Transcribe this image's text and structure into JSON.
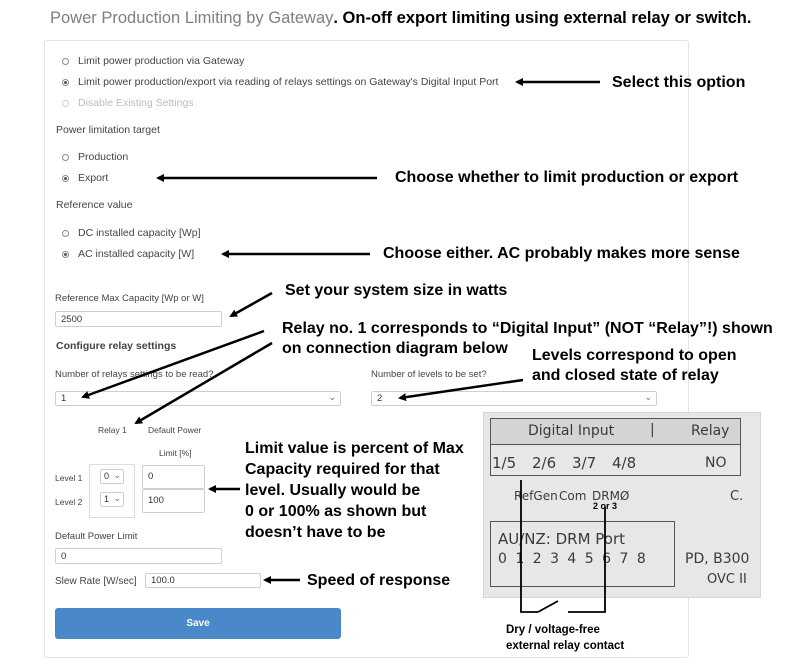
{
  "title": {
    "part1": "Power Production Limiting by Gateway",
    "part2": ". On-off export limiting using external relay or switch."
  },
  "mode_options": [
    {
      "label": "Limit power production via Gateway",
      "checked": false,
      "disabled": false
    },
    {
      "label": "Limit power production/export via reading of relays settings on Gateway's Digital Input Port",
      "checked": true,
      "disabled": false
    },
    {
      "label": "Disable Existing Settings",
      "checked": false,
      "disabled": true
    }
  ],
  "limitation_target": {
    "heading": "Power limitation target",
    "options": [
      {
        "label": "Production",
        "checked": false
      },
      {
        "label": "Export",
        "checked": true
      }
    ]
  },
  "reference_value": {
    "heading": "Reference value",
    "options": [
      {
        "label": "DC installed capacity [Wp]",
        "checked": false
      },
      {
        "label": "AC installed capacity [W]",
        "checked": true
      }
    ]
  },
  "max_capacity": {
    "label": "Reference Max Capacity [Wp or W]",
    "value": "2500"
  },
  "relay_settings": {
    "heading": "Configure relay settings",
    "relays_label": "Number of relays settings to be read?",
    "relays_value": "1",
    "levels_label": "Number of levels to be set?",
    "levels_value": "2"
  },
  "relay_table": {
    "relay_header": "Relay 1",
    "default_power_header": "Default Power",
    "limit_header": "Limit [%]",
    "rows": [
      {
        "level": "Level 1",
        "relay": "0",
        "limit": "0"
      },
      {
        "level": "Level 2",
        "relay": "1",
        "limit": "100"
      }
    ]
  },
  "default_power_limit": {
    "label": "Default Power Limit",
    "value": "0"
  },
  "slew_rate": {
    "label": "Slew Rate [W/sec]",
    "value": "100.0"
  },
  "save_label": "Save",
  "annotations": {
    "select_option": "Select this option",
    "choose_target": "Choose whether to limit production or export",
    "choose_either": "Choose either. AC probably makes more sense",
    "system_size": "Set your system size in watts",
    "relay_line1": "Relay no. 1 corresponds to “Digital Input” (NOT “Relay”!) shown",
    "relay_line2": "on connection diagram below",
    "levels_line1": "Levels correspond to open",
    "levels_line2": "and closed state of relay",
    "limit_line1": "Limit value is percent of Max",
    "limit_line2": "Capacity required for that",
    "limit_line3": "level. Usually would be",
    "limit_line4": "0 or 100% as shown but",
    "limit_line5": "doesn’t have to be",
    "speed": "Speed of response",
    "dry_line1": "Dry / voltage-free",
    "dry_line2": "external relay contact",
    "two_or_three": "2 or 3"
  },
  "photo": {
    "digital_input": "Digital Input",
    "relay": "Relay",
    "inputs": [
      "1/5",
      "2/6",
      "3/7",
      "4/8"
    ],
    "no": "NO",
    "refgen": "RefGen",
    "com": "Com",
    "drm0": "DRMØ",
    "c": "C.",
    "drm_port": "AU/NZ: DRM Port",
    "digits": "0 1 2 3 4 5 6 7 8",
    "pd": "PD, B300",
    "ovc": "OVC II"
  },
  "colors": {
    "accent": "#4a89c9",
    "title_gray": "#7f7f7f"
  }
}
